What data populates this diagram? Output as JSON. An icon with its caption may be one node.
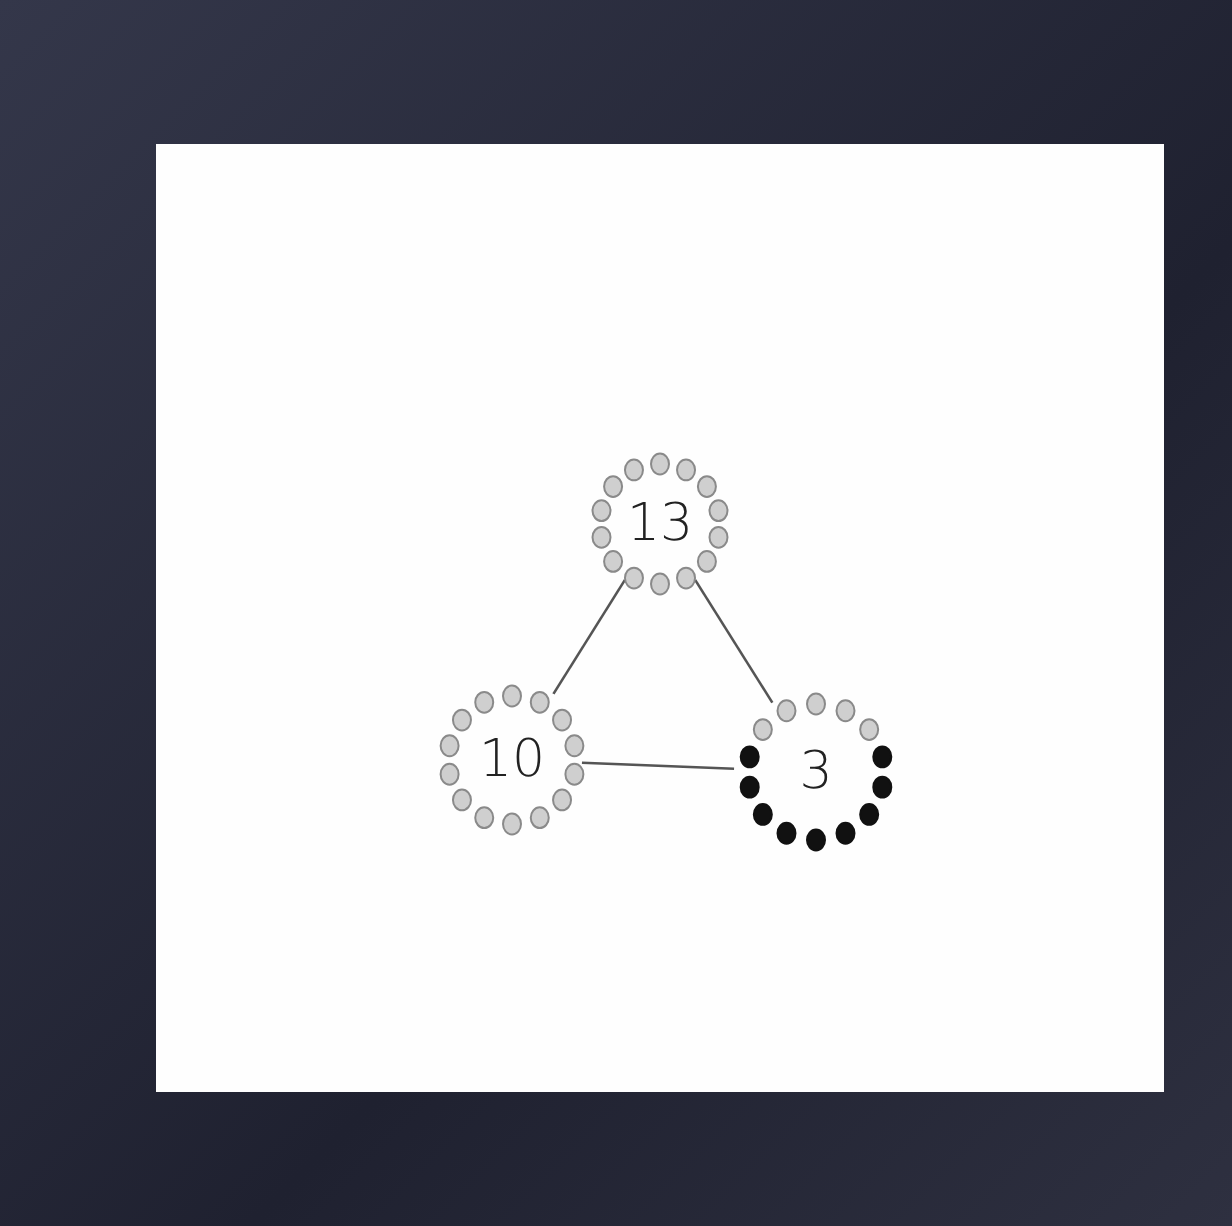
{
  "diagram": {
    "nodes": [
      {
        "text": [
          "13"
        ]
      },
      {
        "text": [
          "10"
        ]
      },
      {
        "text": [
          "3"
        ]
      }
    ],
    "edges": [
      {
        "from": 0,
        "to": 1,
        "arrow": "none"
      },
      {
        "from": 0,
        "to": 2,
        "arrow": "none"
      },
      {
        "from": 1,
        "to": 2,
        "arrow": "none"
      }
    ]
  }
}
